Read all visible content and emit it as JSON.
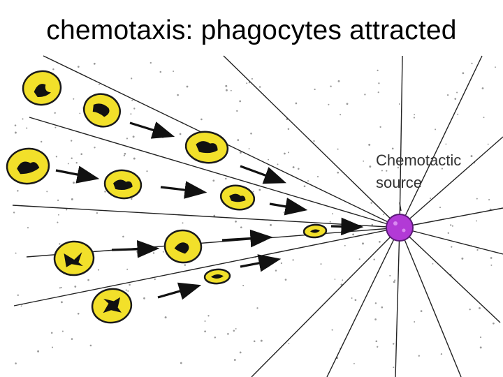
{
  "slide": {
    "title": "chemotaxis: phagocytes attracted"
  },
  "diagram": {
    "source_label_line1": "Chemotactic",
    "source_label_line2": "source",
    "colors": {
      "cell_fill": "#f2e02a",
      "cell_outline": "#1a1a1a",
      "nucleus": "#111111",
      "source_fill": "#b23ad6",
      "source_outline": "#5a1a77",
      "lines": "#222222",
      "dots": "#9a9a9a"
    },
    "icons": [
      "phagocyte-cell",
      "movement-arrow",
      "chemotactic-source-dot"
    ]
  }
}
